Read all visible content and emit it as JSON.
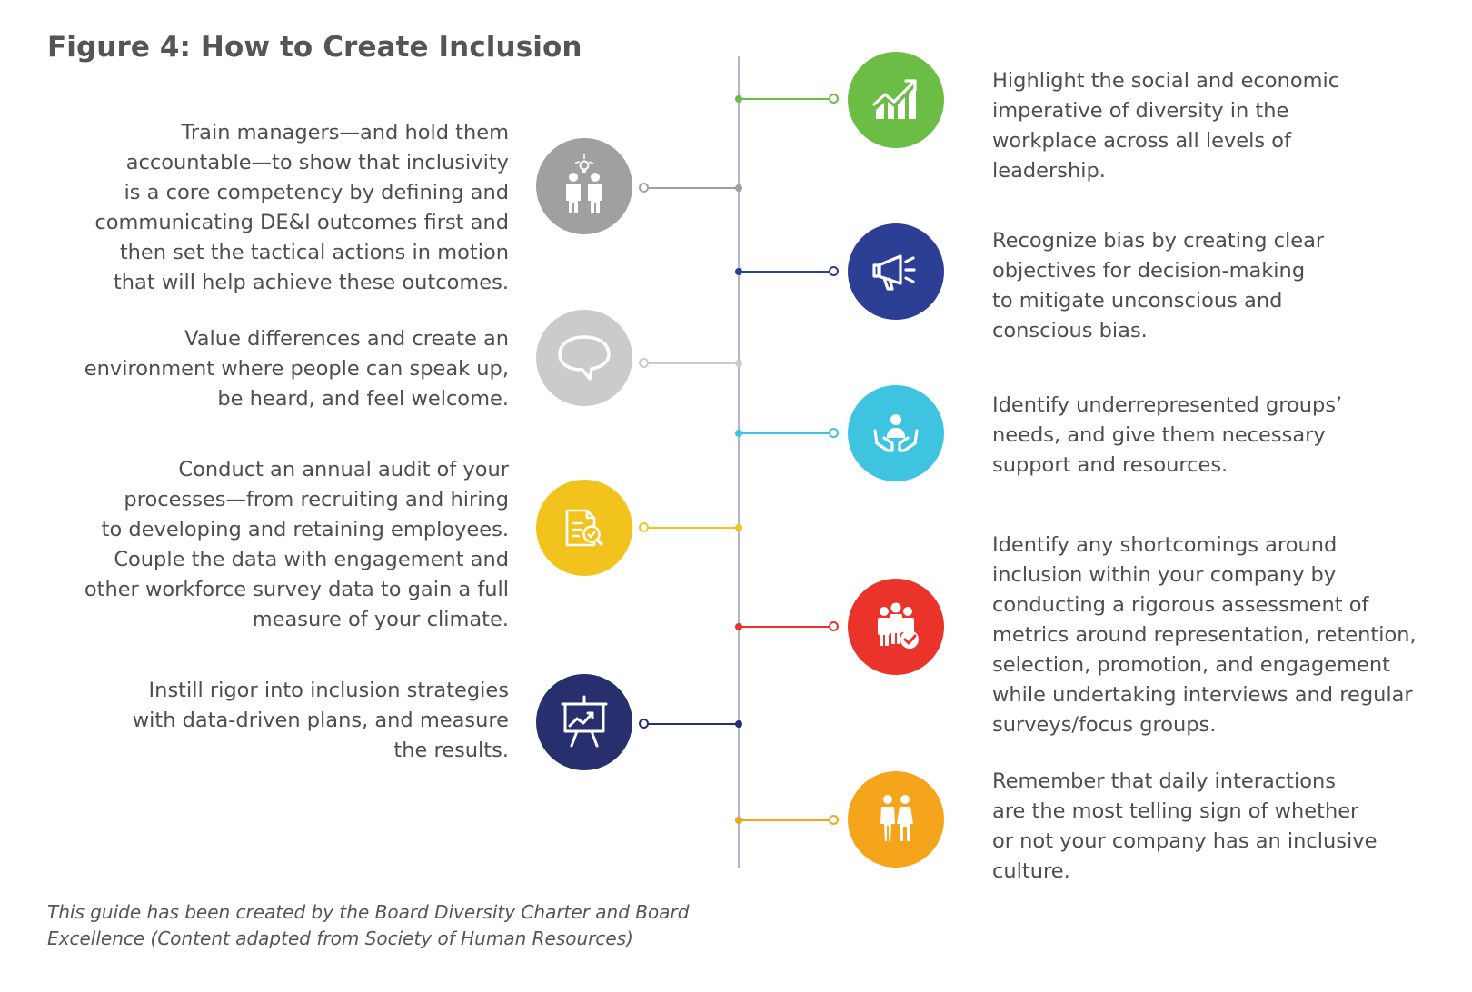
{
  "title": "Figure 4: How to Create Inclusion",
  "footnote": "This guide has been created by the Board Diversity Charter and Board\nExcellence (Content adapted from Society of Human Resources)",
  "left_items": [
    {
      "text": "Train managers—and hold them\naccountable—to show that inclusivity\nis a core competency by defining and\ncommunicating DE&I outcomes first and\nthen set the tactical actions in motion\nthat will help achieve these outcomes.",
      "icon": "people-idea-icon",
      "color": "#a0a0a0"
    },
    {
      "text": "Value differences and create an\nenvironment where people can speak up,\nbe heard, and feel welcome.",
      "icon": "speech-bubble-icon",
      "color": "#cbcbcb"
    },
    {
      "text": "Conduct an annual audit of your\nprocesses—from recruiting and hiring\nto developing and retaining employees.\nCouple the data with engagement and\nother workforce survey data to gain a full\nmeasure of your climate.",
      "icon": "document-audit-icon",
      "color": "#f2c31c"
    },
    {
      "text": "Instill rigor into inclusion strategies\nwith data-driven plans, and measure\nthe results.",
      "icon": "presentation-chart-icon",
      "color": "#272f6e"
    }
  ],
  "right_items": [
    {
      "text": "Highlight the social and economic\nimperative of diversity in the\nworkplace across all levels of\nleadership.",
      "icon": "growth-chart-icon",
      "color": "#6cbd45"
    },
    {
      "text": "Recognize bias by creating clear\nobjectives for decision-making\nto mitigate unconscious and\nconscious bias.",
      "icon": "megaphone-icon",
      "color": "#2d3f95"
    },
    {
      "text": "Identify underrepresented groups’\nneeds, and give them necessary\nsupport and resources.",
      "icon": "support-hands-icon",
      "color": "#3ec4e0"
    },
    {
      "text": "Identify any shortcomings around\ninclusion within your company by\nconducting a rigorous assessment of\nmetrics around representation, retention,\nselection, promotion, and engagement\nwhile undertaking interviews and regular\nsurveys/focus groups.",
      "icon": "group-check-icon",
      "color": "#e9332b"
    },
    {
      "text": "Remember that daily interactions\nare the most telling sign of whether\nor not your company has an inclusive\nculture.",
      "icon": "couple-icon",
      "color": "#f4a51c"
    }
  ]
}
